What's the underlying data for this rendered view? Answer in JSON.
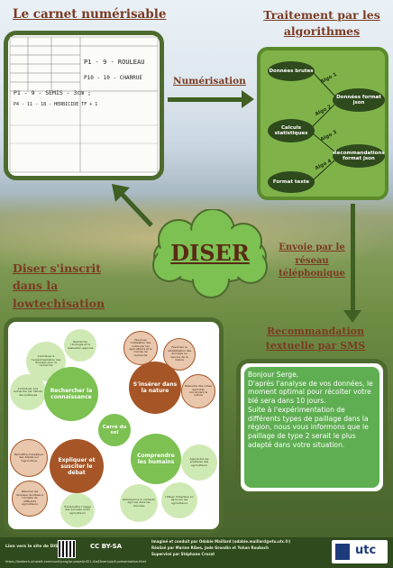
{
  "titles": {
    "carnet": "Le carnet numérisable",
    "traitement": "Traitement par les algorithmes",
    "numerisation": "Numérisation",
    "diser": "DISER",
    "envoi": "Envoie par le réseau téléphonique",
    "inscrit": "Diser s'inscrit dans la lowtechisation",
    "recommandation": "Recommandation textuelle par SMS"
  },
  "notebook": {
    "line1": "P1 - 9 - ROULEAU",
    "line2": "P10 - 10 - CHARRUE",
    "line3": "P1 - 9 - SEMIS - 3cm ;",
    "line4": "P4 - 11 - 18 - HERBICIDE TF + 1"
  },
  "algorithms": {
    "nodes": [
      "Données brutes",
      "Données format json",
      "Calculs statistiques",
      "Recommandations format json",
      "Format texte"
    ],
    "labels": [
      "Algo 1",
      "Algo 2",
      "Algo 3",
      "Algo 4"
    ]
  },
  "sms": {
    "text": "Bonjour Serge,\nD'après l'analyse de vos données, le moment optimal pour récolter votre blé sera dans 10 jours.\nSuite à l'expérimentation de différents types de paillage dans la région, nous vous informons que le paillage de type 2 serait le plus adapté dans votre situation."
  },
  "lowtech": {
    "center": "Carré du sol",
    "big": [
      "Rechercher la connaissance",
      "S'insérer dans la nature",
      "Expliquer et susciter le débat",
      "Comprendre les humains"
    ],
    "small": [
      "Recherche l'écologie et la réalisation agricole",
      "Contribuer à l'expérimentation des données pour la recherche",
      "Contribuer à la recherche par l'étude des pratiques",
      "Favoriser l'utilisation des outils par les agriculteurs et le monde de recherche",
      "Favoriser la réhabilitation des données au service de la nature",
      "Résoudre des crises agricoles concernant la nature",
      "Permettre d'expliquer des débats sur l'agriculture",
      "Résumer les données récoltées à l'échelle de différents agriculteurs",
      "Transmettre l'usage des données entre agriculteurs",
      "Retranscrire le contexte agricole dans les données",
      "Apprendre les pratiques des agriculteurs",
      "Utiliser l'interface en ligne par les agriculteurs"
    ]
  },
  "footer": {
    "left1": "Lien vers le site de DISER",
    "left2": "https://lowtech.umwelt-community.org/pr-projet/nf21-l2a/Diserlu/a/lt-presentation.html",
    "license": "CC BY-SA",
    "credits1": "Imaginé et conduit par Odabie Maillard (odabie.maillard@etu.utc.fr)",
    "credits2": "Réalisé par Marine Ribes, Jade Grondin et Yohan Roubach",
    "credits3": "Supervisé par Stéphane Crozat",
    "logo": "utc"
  },
  "colors": {
    "title": "#7a3a22",
    "panel_border": "#4d6b2e",
    "green": "#7cc152",
    "rust": "#a55526",
    "sms_bubble": "#5fae52"
  }
}
